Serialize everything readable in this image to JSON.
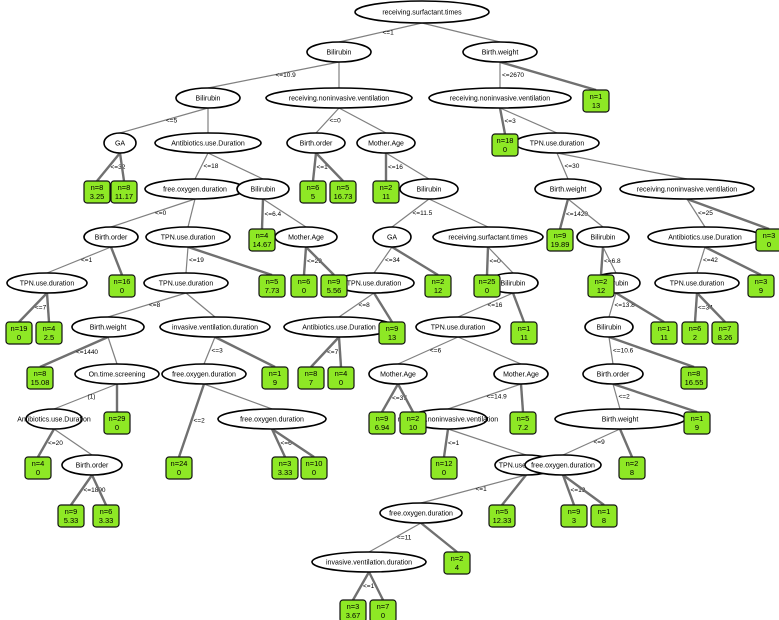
{
  "tree": {
    "nodes": [
      {
        "id": "n1",
        "label": "receiving.surfactant.times"
      },
      {
        "id": "n2",
        "label": "Bilirubin"
      },
      {
        "id": "n3",
        "label": "Birth.weight"
      },
      {
        "id": "n4",
        "label": "Bilirubin"
      },
      {
        "id": "n5",
        "label": "receiving.noninvasive.ventilation"
      },
      {
        "id": "n6",
        "label": "receiving.noninvasive.ventilation"
      },
      {
        "id": "n7",
        "label": "GA"
      },
      {
        "id": "n8",
        "label": "Antibiotics.use.Duration"
      },
      {
        "id": "n9",
        "label": "Birth.order"
      },
      {
        "id": "n10",
        "label": "Mother.Age"
      },
      {
        "id": "n11",
        "label": "TPN.use.duration"
      },
      {
        "id": "n12",
        "label": "free.oxygen.duration"
      },
      {
        "id": "n13",
        "label": "Bilirubin"
      },
      {
        "id": "n14",
        "label": "Bilirubin"
      },
      {
        "id": "n15",
        "label": "Birth.weight"
      },
      {
        "id": "n16",
        "label": "receiving.noninvasive.ventilation"
      },
      {
        "id": "n17",
        "label": "Birth.order"
      },
      {
        "id": "n18",
        "label": "TPN.use.duration"
      },
      {
        "id": "n19",
        "label": "Mother.Age"
      },
      {
        "id": "n20",
        "label": "GA"
      },
      {
        "id": "n21",
        "label": "receiving.surfactant.times"
      },
      {
        "id": "n22",
        "label": "Bilirubin"
      },
      {
        "id": "n23",
        "label": "Antibiotics.use.Duration"
      },
      {
        "id": "n24",
        "label": "TPN.use.duration"
      },
      {
        "id": "n25",
        "label": "TPN.use.duration"
      },
      {
        "id": "n26",
        "label": "TPN.use.duration"
      },
      {
        "id": "n27",
        "label": "Bilirubin"
      },
      {
        "id": "n28",
        "label": "TPN.use.duration"
      },
      {
        "id": "n29",
        "label": "Birth.weight"
      },
      {
        "id": "n30",
        "label": "invasive.ventilation.duration"
      },
      {
        "id": "n31",
        "label": "Antibiotics.use.Duration"
      },
      {
        "id": "n32",
        "label": "TPN.use.duration"
      },
      {
        "id": "n33",
        "label": "Bilirubin"
      },
      {
        "id": "n34",
        "label": "On.time.screening"
      },
      {
        "id": "n35",
        "label": "free.oxygen.duration"
      },
      {
        "id": "n36",
        "label": "Mother.Age"
      },
      {
        "id": "n37",
        "label": "Bilirubin"
      },
      {
        "id": "n38",
        "label": "Birth.order"
      },
      {
        "id": "n39",
        "label": "Mother.Age"
      },
      {
        "id": "n40",
        "label": "Antibiotics.use.Duration"
      },
      {
        "id": "n41",
        "label": "free.oxygen.duration"
      },
      {
        "id": "n42",
        "label": "receiving.noninvasive.ventilation"
      },
      {
        "id": "n43",
        "label": "Birth.weight"
      },
      {
        "id": "n44",
        "label": "Birth.order"
      },
      {
        "id": "n45",
        "label": "TPN.use.duration"
      },
      {
        "id": "n46",
        "label": "free.oxygen.duration"
      },
      {
        "id": "n47",
        "label": "invasive.ventilation.duration"
      }
    ],
    "leaves": [
      {
        "id": "l1",
        "n": "n=1",
        "v": "13"
      },
      {
        "id": "l2",
        "n": "n=18",
        "v": "0"
      },
      {
        "id": "l3",
        "n": "n=8",
        "v": "3.25"
      },
      {
        "id": "l4",
        "n": "n=8",
        "v": "11.17"
      },
      {
        "id": "l5",
        "n": "n=6",
        "v": "5"
      },
      {
        "id": "l6",
        "n": "n=5",
        "v": "16.73"
      },
      {
        "id": "l7",
        "n": "n=2",
        "v": "11"
      },
      {
        "id": "l8",
        "n": "n=16",
        "v": "0"
      },
      {
        "id": "l9",
        "n": "n=4",
        "v": "14.67"
      },
      {
        "id": "l10",
        "n": "n=9",
        "v": "19.89"
      },
      {
        "id": "l11",
        "n": "n=3",
        "v": "0"
      },
      {
        "id": "l12",
        "n": "n=5",
        "v": "7.73"
      },
      {
        "id": "l13",
        "n": "n=6",
        "v": "0"
      },
      {
        "id": "l14",
        "n": "n=9",
        "v": "5.56"
      },
      {
        "id": "l15",
        "n": "n=2",
        "v": "12"
      },
      {
        "id": "l16",
        "n": "n=25",
        "v": "0"
      },
      {
        "id": "l17",
        "n": "n=2",
        "v": "12"
      },
      {
        "id": "l18",
        "n": "n=3",
        "v": "9"
      },
      {
        "id": "l19",
        "n": "n=19",
        "v": "0"
      },
      {
        "id": "l20",
        "n": "n=4",
        "v": "2.5"
      },
      {
        "id": "l21",
        "n": "n=9",
        "v": "13"
      },
      {
        "id": "l22",
        "n": "n=1",
        "v": "11"
      },
      {
        "id": "l23",
        "n": "n=1",
        "v": "11"
      },
      {
        "id": "l24",
        "n": "n=6",
        "v": "2"
      },
      {
        "id": "l25",
        "n": "n=7",
        "v": "8.26"
      },
      {
        "id": "l26",
        "n": "n=1",
        "v": "9"
      },
      {
        "id": "l27",
        "n": "n=8",
        "v": "7"
      },
      {
        "id": "l28",
        "n": "n=4",
        "v": "0"
      },
      {
        "id": "l29",
        "n": "n=8",
        "v": "15.08"
      },
      {
        "id": "l30",
        "n": "n=29",
        "v": "0"
      },
      {
        "id": "l31",
        "n": "n=8",
        "v": "16.55"
      },
      {
        "id": "l32",
        "n": "n=9",
        "v": "6.94"
      },
      {
        "id": "l33",
        "n": "n=2",
        "v": "10"
      },
      {
        "id": "l34",
        "n": "n=5",
        "v": "7.2"
      },
      {
        "id": "l35",
        "n": "n=1",
        "v": "9"
      },
      {
        "id": "l36",
        "n": "n=24",
        "v": "0"
      },
      {
        "id": "l37",
        "n": "n=4",
        "v": "0"
      },
      {
        "id": "l38",
        "n": "n=12",
        "v": "0"
      },
      {
        "id": "l39",
        "n": "n=3",
        "v": "3.33"
      },
      {
        "id": "l40",
        "n": "n=10",
        "v": "0"
      },
      {
        "id": "l41",
        "n": "n=2",
        "v": "8"
      },
      {
        "id": "l42",
        "n": "n=9",
        "v": "5.33"
      },
      {
        "id": "l43",
        "n": "n=6",
        "v": "3.33"
      },
      {
        "id": "l44",
        "n": "n=5",
        "v": "12.33"
      },
      {
        "id": "l45",
        "n": "n=9",
        "v": "3"
      },
      {
        "id": "l46",
        "n": "n=1",
        "v": "8"
      },
      {
        "id": "l47",
        "n": "n=2",
        "v": "4"
      },
      {
        "id": "l48",
        "n": "n=3",
        "v": "3.67"
      },
      {
        "id": "l49",
        "n": "n=7",
        "v": "0"
      }
    ],
    "edges": [
      {
        "from": "n1",
        "to": "n2",
        "label": "<=1"
      },
      {
        "from": "n1",
        "to": "n3",
        "label": ""
      },
      {
        "from": "n2",
        "to": "n4",
        "label": "<=10.9"
      },
      {
        "from": "n2",
        "to": "n5",
        "label": ""
      },
      {
        "from": "n3",
        "to": "n6",
        "label": "<=2670"
      },
      {
        "from": "n3",
        "to": "l1",
        "label": ""
      },
      {
        "from": "n4",
        "to": "n7",
        "label": "<=5"
      },
      {
        "from": "n4",
        "to": "n8",
        "label": ""
      },
      {
        "from": "n5",
        "to": "n9",
        "label": "<=0"
      },
      {
        "from": "n5",
        "to": "n10",
        "label": ""
      },
      {
        "from": "n6",
        "to": "l2",
        "label": "<=3"
      },
      {
        "from": "n6",
        "to": "n11",
        "label": ""
      },
      {
        "from": "n7",
        "to": "l3",
        "label": "<=32"
      },
      {
        "from": "n7",
        "to": "l4",
        "label": ""
      },
      {
        "from": "n8",
        "to": "n12",
        "label": "<=18"
      },
      {
        "from": "n8",
        "to": "n13",
        "label": ""
      },
      {
        "from": "n9",
        "to": "l5",
        "label": "<=1"
      },
      {
        "from": "n9",
        "to": "l6",
        "label": ""
      },
      {
        "from": "n10",
        "to": "l7",
        "label": "<=16"
      },
      {
        "from": "n10",
        "to": "n14",
        "label": ""
      },
      {
        "from": "n11",
        "to": "n15",
        "label": "<=30"
      },
      {
        "from": "n11",
        "to": "n16",
        "label": ""
      },
      {
        "from": "n12",
        "to": "n17",
        "label": "<=0"
      },
      {
        "from": "n12",
        "to": "n18",
        "label": ""
      },
      {
        "from": "n13",
        "to": "l9",
        "label": "<=6.4"
      },
      {
        "from": "n13",
        "to": "n19",
        "label": ""
      },
      {
        "from": "n14",
        "to": "n20",
        "label": "<=11.5"
      },
      {
        "from": "n14",
        "to": "n21",
        "label": ""
      },
      {
        "from": "n15",
        "to": "l10",
        "label": "<=1420"
      },
      {
        "from": "n15",
        "to": "n22",
        "label": ""
      },
      {
        "from": "n16",
        "to": "n23",
        "label": "<=25"
      },
      {
        "from": "n16",
        "to": "l11",
        "label": ""
      },
      {
        "from": "n17",
        "to": "n24",
        "label": "<=1"
      },
      {
        "from": "n17",
        "to": "l8",
        "label": ""
      },
      {
        "from": "n18",
        "to": "n25",
        "label": "<=19"
      },
      {
        "from": "n18",
        "to": "l12",
        "label": ""
      },
      {
        "from": "n19",
        "to": "l13",
        "label": "<=29"
      },
      {
        "from": "n19",
        "to": "l14",
        "label": ""
      },
      {
        "from": "n20",
        "to": "n26",
        "label": "<=34"
      },
      {
        "from": "n20",
        "to": "l15",
        "label": ""
      },
      {
        "from": "n21",
        "to": "l16",
        "label": "<=0"
      },
      {
        "from": "n21",
        "to": "n27",
        "label": ""
      },
      {
        "from": "n22",
        "to": "l17",
        "label": "<=6.8"
      },
      {
        "from": "n22",
        "to": "n33",
        "label": ""
      },
      {
        "from": "n23",
        "to": "n28",
        "label": "<=42"
      },
      {
        "from": "n23",
        "to": "l18",
        "label": ""
      },
      {
        "from": "n24",
        "to": "l19",
        "label": "<=7"
      },
      {
        "from": "n24",
        "to": "l20",
        "label": ""
      },
      {
        "from": "n25",
        "to": "n29",
        "label": "<=8"
      },
      {
        "from": "n25",
        "to": "n30",
        "label": ""
      },
      {
        "from": "n26",
        "to": "n31",
        "label": "<=8"
      },
      {
        "from": "n26",
        "to": "l21",
        "label": ""
      },
      {
        "from": "n27",
        "to": "n32",
        "label": "<=16"
      },
      {
        "from": "n27",
        "to": "l22",
        "label": ""
      },
      {
        "from": "n28",
        "to": "l24",
        "label": "<=34"
      },
      {
        "from": "n28",
        "to": "l25",
        "label": ""
      },
      {
        "from": "n33",
        "to": "n37",
        "label": "<=13.8"
      },
      {
        "from": "n33",
        "to": "l23",
        "label": ""
      },
      {
        "from": "n29",
        "to": "l29",
        "label": "<=1440"
      },
      {
        "from": "n29",
        "to": "n34",
        "label": ""
      },
      {
        "from": "n30",
        "to": "n35",
        "label": "<=3"
      },
      {
        "from": "n30",
        "to": "l26",
        "label": ""
      },
      {
        "from": "n31",
        "to": "l27",
        "label": "<=7"
      },
      {
        "from": "n31",
        "to": "l28",
        "label": ""
      },
      {
        "from": "n32",
        "to": "n36",
        "label": "<=6"
      },
      {
        "from": "n32",
        "to": "n39",
        "label": ""
      },
      {
        "from": "n37",
        "to": "n38",
        "label": "<=10.6"
      },
      {
        "from": "n37",
        "to": "l31",
        "label": ""
      },
      {
        "from": "n34",
        "to": "n40",
        "label": "(1)"
      },
      {
        "from": "n34",
        "to": "l30",
        "label": ""
      },
      {
        "from": "n35",
        "to": "l36",
        "label": "<=2"
      },
      {
        "from": "n35",
        "to": "n41",
        "label": ""
      },
      {
        "from": "n36",
        "to": "l32",
        "label": "<=37"
      },
      {
        "from": "n36",
        "to": "l33",
        "label": ""
      },
      {
        "from": "n39",
        "to": "n42",
        "label": "<=14.9"
      },
      {
        "from": "n39",
        "to": "l34",
        "label": ""
      },
      {
        "from": "n38",
        "to": "n43",
        "label": "<=2"
      },
      {
        "from": "n38",
        "to": "l35",
        "label": ""
      },
      {
        "from": "n40",
        "to": "l37",
        "label": "<=20"
      },
      {
        "from": "n40",
        "to": "n44",
        "label": ""
      },
      {
        "from": "n41",
        "to": "l39",
        "label": "<=6"
      },
      {
        "from": "n41",
        "to": "l40",
        "label": ""
      },
      {
        "from": "n42",
        "to": "l38",
        "label": "<=1"
      },
      {
        "from": "n42",
        "to": "n45",
        "label": ""
      },
      {
        "from": "n43",
        "to": "n46",
        "label": "<=9"
      },
      {
        "from": "n43",
        "to": "l41",
        "label": ""
      },
      {
        "from": "n44",
        "to": "l42",
        "label": "<=1890"
      },
      {
        "from": "n44",
        "to": "l43",
        "label": ""
      },
      {
        "from": "n45",
        "to": "n47",
        "label": "<=1"
      },
      {
        "from": "n45",
        "to": "l44",
        "label": ""
      },
      {
        "from": "n46",
        "to": "l45",
        "label": "<=19"
      },
      {
        "from": "n46",
        "to": "l46",
        "label": ""
      },
      {
        "from": "n47",
        "to": "n48",
        "label": "<=11"
      },
      {
        "from": "n47",
        "to": "l47",
        "label": ""
      },
      {
        "from": "n48",
        "to": "l48",
        "label": "<=1"
      },
      {
        "from": "n48",
        "to": "l49",
        "label": ""
      }
    ]
  }
}
